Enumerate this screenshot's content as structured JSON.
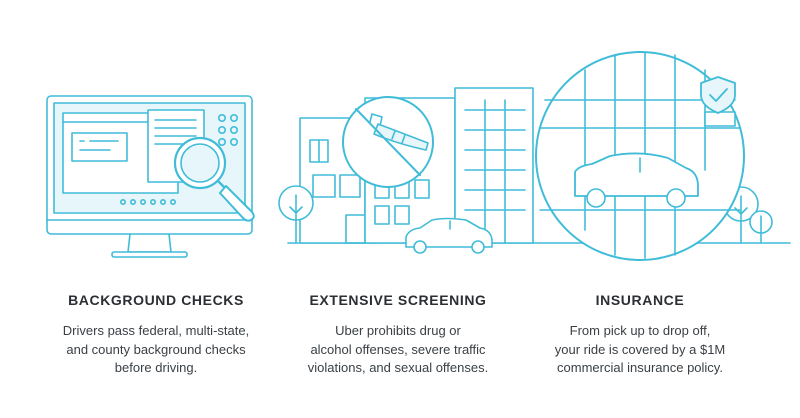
{
  "accent_color": "#40bcd8",
  "icons": [
    "monitor-icon",
    "magnifier-icon",
    "no-alcohol-icon",
    "shield-check-icon",
    "car-icon",
    "tree-icon",
    "building-icon"
  ],
  "features": [
    {
      "title": "BACKGROUND CHECKS",
      "lines": [
        "Drivers pass federal, multi-state,",
        "and county background checks",
        "before driving."
      ]
    },
    {
      "title": "EXTENSIVE SCREENING",
      "lines": [
        "Uber prohibits drug or",
        "alcohol offenses, severe traffic",
        "violations, and sexual offenses."
      ]
    },
    {
      "title": "INSURANCE",
      "lines": [
        "From pick up to drop off,",
        "your ride is covered by a $1M",
        "commercial insurance policy."
      ]
    }
  ]
}
